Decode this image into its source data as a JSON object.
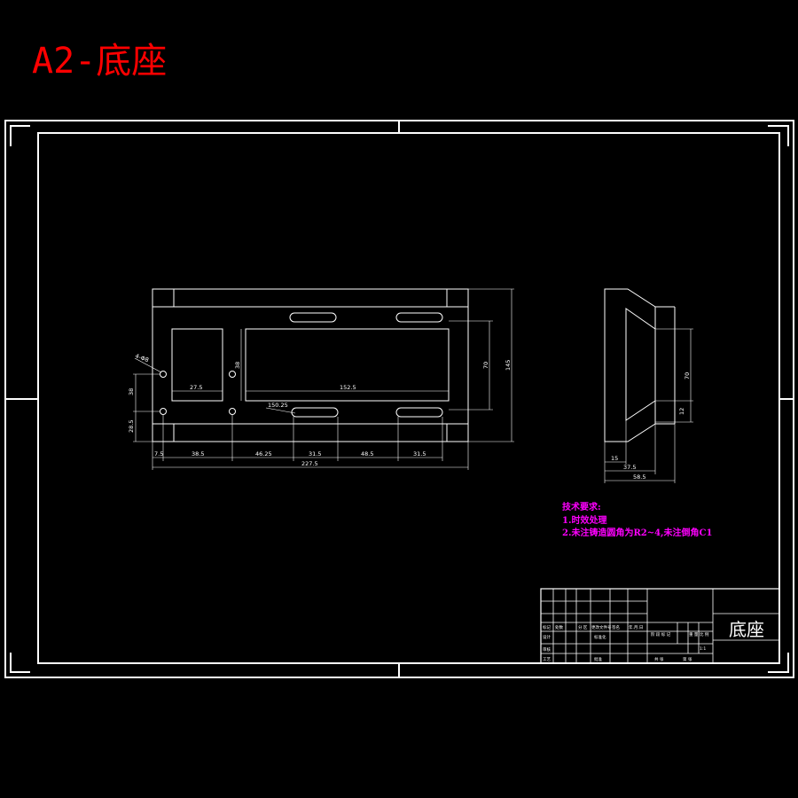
{
  "title": "A2-底座",
  "part_name": "底座",
  "colors": {
    "background": "#000000",
    "line": "#ffffff",
    "title": "#ff0000",
    "notes": "#ff00ff"
  },
  "technical_requirements": {
    "heading": "技术要求:",
    "items": [
      "1.时效处理",
      "2.未注铸造圆角为R2~4,未注倒角C1"
    ]
  },
  "front_view_dims": {
    "overall_length": "227.5",
    "seg_1": "7.5",
    "seg_2": "38.5",
    "seg_3": "46.25",
    "seg_4": "31.5",
    "seg_5": "48.5",
    "seg_6": "31.5",
    "window_left_w": "27.5",
    "window_right_w": "152.5",
    "slot_note": "150.25",
    "hole_note": "4-Φ8",
    "inner_height": "70",
    "overall_height": "145",
    "left_v1": "38",
    "left_v2": "28.5",
    "mid_v": "38"
  },
  "side_view_dims": {
    "height_upper": "70",
    "height_lower": "12",
    "width_1": "15",
    "width_2": "37.5",
    "width_3": "58.5"
  },
  "title_block": {
    "labels_row1": [
      "标记",
      "处数",
      "分 区",
      "更改文件号",
      "签名",
      "年.月.日"
    ],
    "labels_row2": [
      "设计",
      "",
      "标准化"
    ],
    "labels_row3": [
      "审核"
    ],
    "labels_row4": [
      "工艺",
      "",
      "批准"
    ],
    "stage_labels": [
      "阶 段 标 记",
      "重 量",
      "比 例"
    ],
    "scale": "1:1",
    "sheet_labels": [
      "共 张",
      "第 张"
    ]
  }
}
